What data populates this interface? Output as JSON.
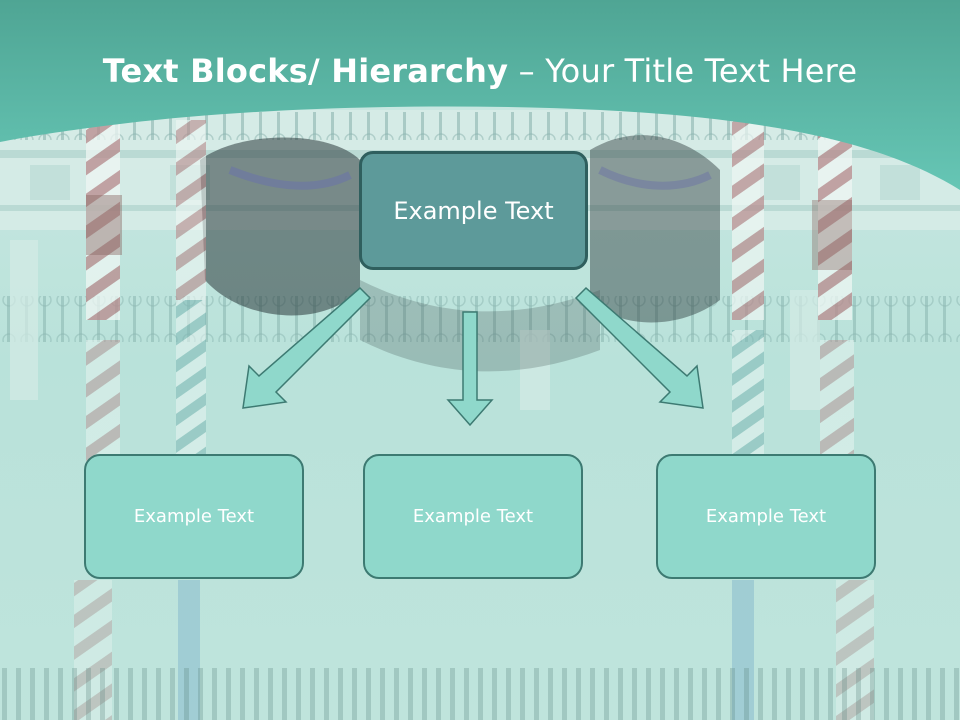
{
  "title": {
    "bold": "Text Blocks/ Hierarchy",
    "separator": " – ",
    "rest": "Your Title Text Here"
  },
  "nodes": {
    "top": "Example Text",
    "left": "Example Text",
    "middle": "Example Text",
    "right": "Example Text"
  },
  "colors": {
    "header": "#5fbfae",
    "top_box": "#5d9a9a",
    "child_box": "#8fd8cb",
    "arrow_fill": "#8fd8cb",
    "arrow_stroke": "#3d7a72"
  }
}
